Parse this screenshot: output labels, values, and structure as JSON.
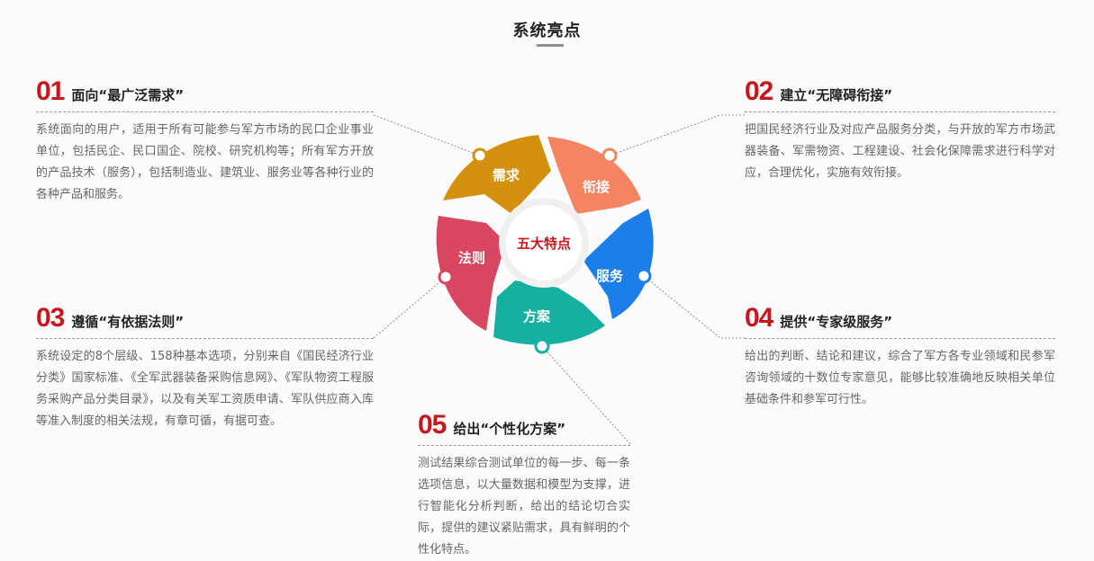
{
  "header": {
    "title": "系统亮点"
  },
  "center": {
    "label": "五大特点"
  },
  "segments": [
    {
      "label": "需求",
      "color": "#d4900f"
    },
    {
      "label": "衔接",
      "color": "#f48462"
    },
    {
      "label": "服务",
      "color": "#1c7ee8"
    },
    {
      "label": "方案",
      "color": "#16b0a2"
    },
    {
      "label": "法则",
      "color": "#d94660"
    }
  ],
  "features": [
    {
      "number": "01",
      "title": "面向“最广泛需求”",
      "description": "系统面向的用户，适用于所有可能参与军方市场的民口企业事业单位，包括民企、民口国企、院校、研究机构等；所有军方开放的产品技术（服务），包括制造业、建筑业、服务业等各种行业的各种产品和服务。"
    },
    {
      "number": "02",
      "title": "建立“无障碍衔接”",
      "description": "把国民经济行业及对应产品服务分类，与开放的军方市场武器装备、军需物资、工程建设、社会化保障需求进行科学对应，合理优化，实施有效衔接。"
    },
    {
      "number": "03",
      "title": "遵循“有依据法则”",
      "description": "系统设定的8个层级、158种基本选项，分别来自《国民经济行业分类》国家标准、《全军武器装备采购信息网》、《军队物资工程服务采购产品分类目录》，以及有关军工资质申请、军队供应商入库等准入制度的相关法规，有章可循，有据可查。"
    },
    {
      "number": "04",
      "title": "提供“专家级服务”",
      "description": "给出的判断、结论和建议，综合了军方各专业领域和民参军咨询领域的十数位专家意见，能够比较准确地反映相关单位基础条件和参军可行性。"
    },
    {
      "number": "05",
      "title": "给出“个性化方案”",
      "description": "测试结果综合测试单位的每一步、每一条选项信息，以大量数据和模型为支撑，进行智能化分析判断，给出的结论切合实际，提供的建议紧贴需求，具有鲜明的个性化特点。"
    }
  ]
}
